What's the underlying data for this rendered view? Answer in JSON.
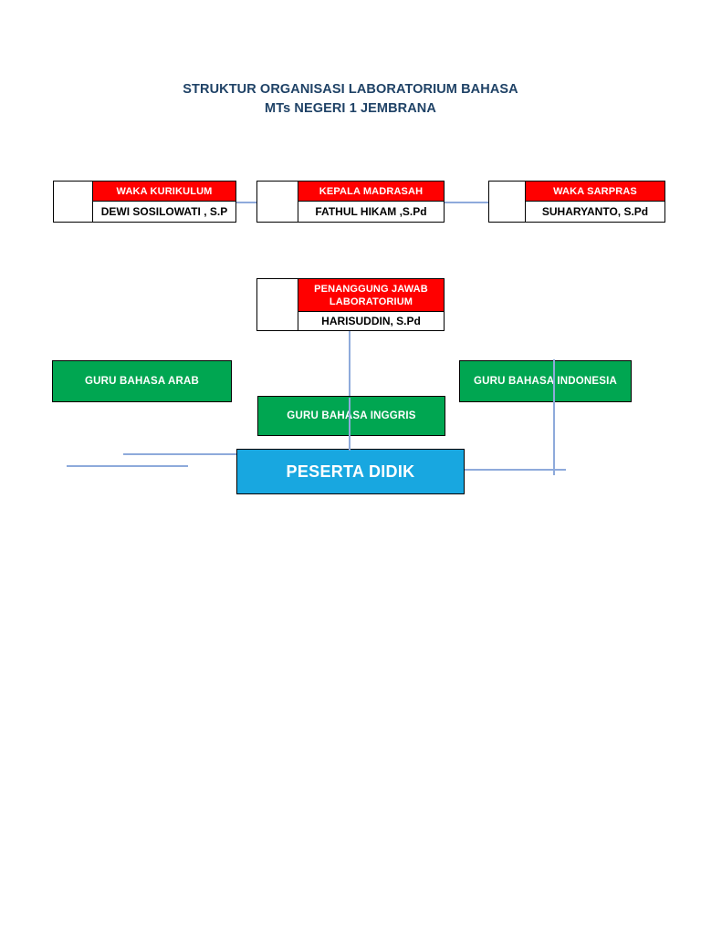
{
  "document": {
    "title_lines": [
      "STRUKTUR ORGANISASI LABORATORIUM BAHASA",
      "MTs NEGERI 1 JEMBRANA"
    ],
    "title_color": "#1F4266"
  },
  "palette": {
    "red": "#FF0000",
    "green": "#00A651",
    "blue": "#18A7E0",
    "connector": "#8EAADB",
    "border": "#000000",
    "white": "#FFFFFF"
  },
  "nodes": {
    "waka_kurikulum": {
      "role": "WAKA KURIKULUM",
      "name": "DEWI SOSILOWATI , S.P"
    },
    "kepala_madrasah": {
      "role": "KEPALA MADRASAH",
      "name": "FATHUL HIKAM ,S.Pd"
    },
    "waka_sarpras": {
      "role": "WAKA SARPRAS",
      "name": "SUHARYANTO, S.Pd"
    },
    "penanggung_jawab": {
      "role_line1": "PENANGGUNG JAWAB",
      "role_line2": "LABORATORIUM",
      "name": "HARISUDDIN, S.Pd"
    },
    "guru_bahasa_arab": {
      "label": "GURU BAHASA ARAB"
    },
    "guru_bahasa_inggris": {
      "label": "GURU BAHASA INGGRIS"
    },
    "guru_bahasa_indonesia": {
      "label": "GURU BAHASA INDONESIA"
    },
    "peserta_didik": {
      "label": "PESERTA DIDIK"
    }
  }
}
